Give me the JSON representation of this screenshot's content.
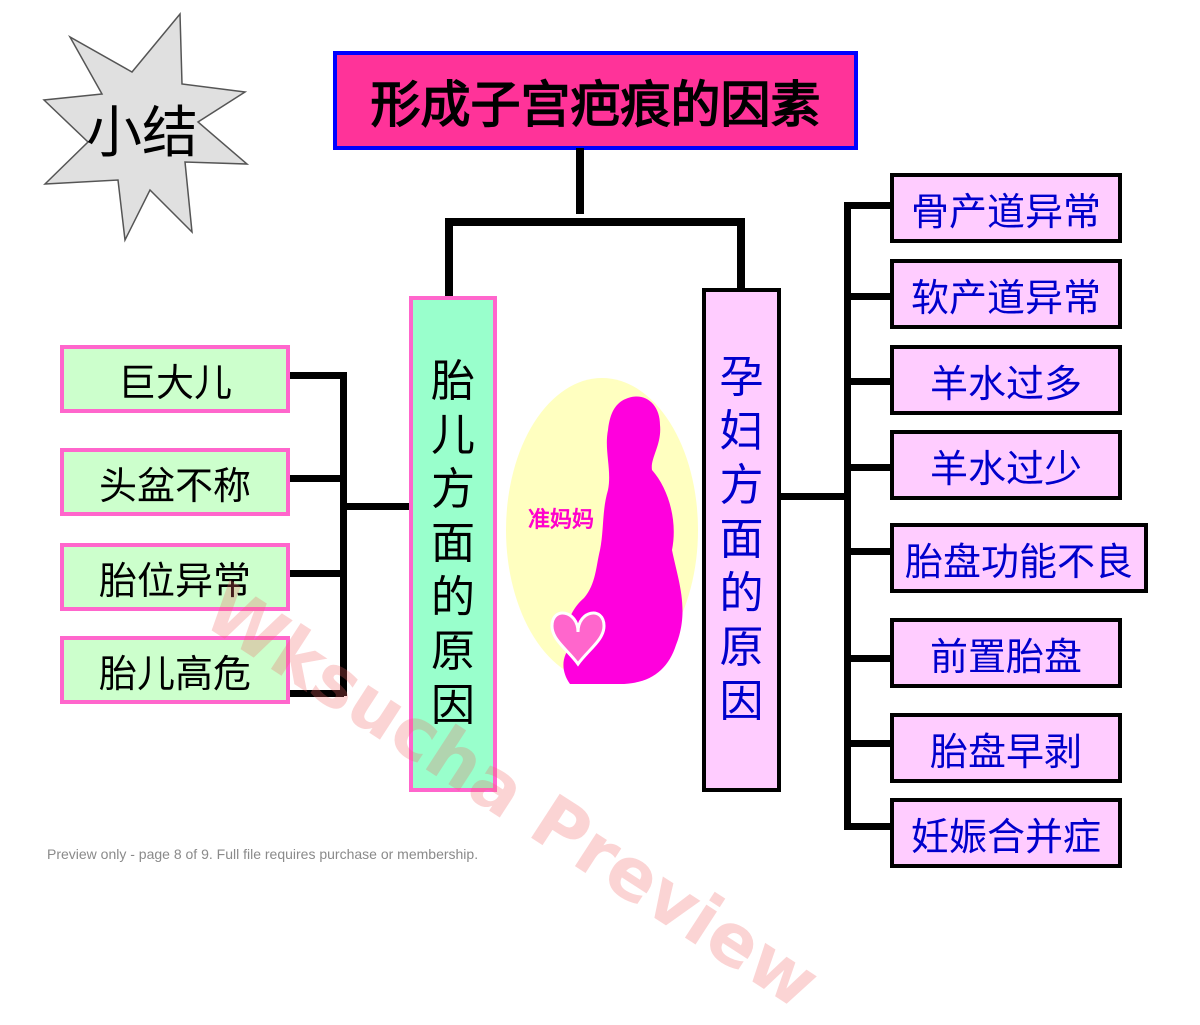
{
  "summary_badge": "小结",
  "title": "形成子宫疤痕的因素",
  "fetal_branch": {
    "label": "胎儿方面的原因",
    "items": [
      "巨大儿",
      "头盆不称",
      "胎位异常",
      "胎儿高危"
    ]
  },
  "maternal_branch": {
    "label": "孕妇方面的原因",
    "items": [
      "骨产道异常",
      "软产道异常",
      "羊水过多",
      "羊水过少",
      "胎盘功能不良",
      "前置胎盘",
      "胎盘早剥",
      "妊娠合并症"
    ]
  },
  "illustration": {
    "label": "准妈妈",
    "icons": [
      "pregnant-silhouette-icon",
      "heart-icon"
    ]
  },
  "watermark": "Wksucha Preview",
  "footer": "Preview only - page 8 of 9. Full file requires purchase or membership.",
  "colors": {
    "title_bg": "#ff3399",
    "title_border": "#0000ff",
    "fetal_item_bg": "#ccffcc",
    "fetal_border": "#ff66cc",
    "fetal_label_bg": "#99ffcc",
    "maternal_bg": "#ffccff",
    "maternal_text": "#0000cc"
  }
}
